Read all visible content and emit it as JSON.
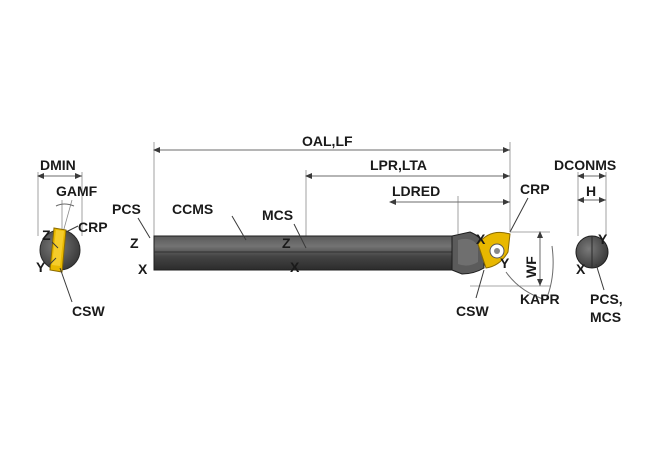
{
  "labels": {
    "dmin": "DMIN",
    "gamf": "GAMF",
    "crp_left": "CRP",
    "z_left": "Z",
    "y_left": "Y",
    "csw_left": "CSW",
    "pcs": "PCS",
    "ccms": "CCMS",
    "z_main": "Z",
    "x_main": "X",
    "mcs": "MCS",
    "z_mid": "Z",
    "x_mid": "X",
    "oal_lf": "OAL,LF",
    "lpr_lta": "LPR,LTA",
    "ldred": "LDRED",
    "crp_right": "CRP",
    "x_head": "X",
    "y_head": "Y",
    "wf": "WF",
    "kapr": "KAPR",
    "csw_right": "CSW",
    "dconms": "DCONMS",
    "h": "H",
    "y_end": "Y",
    "x_end": "X",
    "pcs_mcs_line1": "PCS,",
    "pcs_mcs_line2": "MCS"
  },
  "colors": {
    "tool_body": "#4a4a4a",
    "tool_highlight": "#6d6d6d",
    "tool_shadow": "#2a2a2a",
    "insert": "#e8b800",
    "insert_dark": "#b58e00",
    "dimension_line": "#6b6b6b",
    "text": "#1a1a1a"
  }
}
